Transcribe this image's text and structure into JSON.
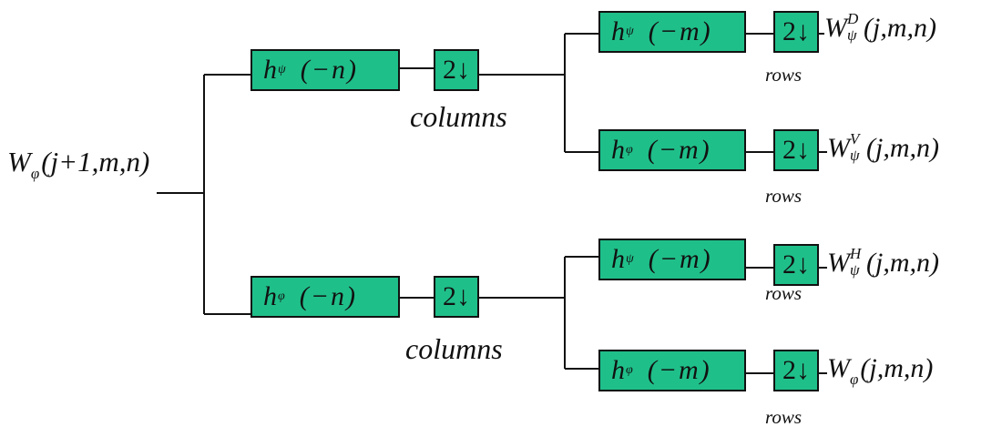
{
  "input": {
    "symbol": "W",
    "subscript": "φ",
    "args": "(j+1,m,n)"
  },
  "stage1": {
    "top_filter": {
      "name": "h",
      "sub": "ψ",
      "arg": "(−n)"
    },
    "bottom_filter": {
      "name": "h",
      "sub": "φ",
      "arg": "(−n)"
    },
    "downsample_label": "2↓",
    "axis_label": "columns"
  },
  "stage2": {
    "branches": [
      {
        "filter": {
          "name": "h",
          "sub": "ψ",
          "arg": "(−m)"
        },
        "downsample_label": "2↓",
        "axis_label": "rows",
        "output": {
          "symbol": "W",
          "superscript": "D",
          "subscript": "ψ",
          "args": "(j,m,n)"
        }
      },
      {
        "filter": {
          "name": "h",
          "sub": "φ",
          "arg": "(−m)"
        },
        "downsample_label": "2↓",
        "axis_label": "rows",
        "output": {
          "symbol": "W",
          "superscript": "V",
          "subscript": "ψ",
          "args": "(j,m,n)"
        }
      },
      {
        "filter": {
          "name": "h",
          "sub": "ψ",
          "arg": "(−m)"
        },
        "downsample_label": "2↓",
        "axis_label": "rows",
        "output": {
          "symbol": "W",
          "superscript": "H",
          "subscript": "ψ",
          "args": "(j,m,n)"
        }
      },
      {
        "filter": {
          "name": "h",
          "sub": "φ",
          "arg": "(−m)"
        },
        "downsample_label": "2↓",
        "axis_label": "rows",
        "output": {
          "symbol": "W",
          "superscript": "",
          "subscript": "φ",
          "args": "(j,m,n)"
        }
      }
    ]
  },
  "colors": {
    "block_fill": "#1fbf8a",
    "line": "#111111"
  }
}
